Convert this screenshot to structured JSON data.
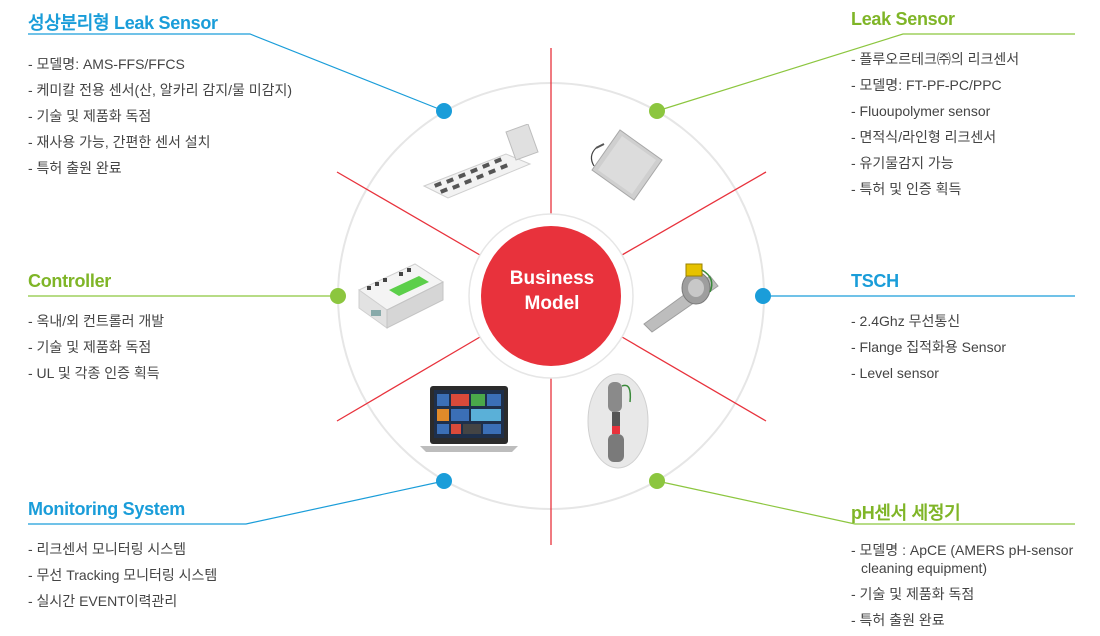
{
  "center": {
    "line1": "Business",
    "line2": "Model"
  },
  "colors": {
    "blue": "#1a9dd9",
    "green": "#8cc63f",
    "red": "#e8323c",
    "ring": "#e6e6e6"
  },
  "sections": {
    "top_left": {
      "title": "성상분리형 Leak Sensor",
      "items": [
        "- 모델명: AMS-FFS/FFCS",
        "- 케미칼 전용 센서(산, 알카리 감지/물 미감지)",
        "- 기술 및 제품화 독점",
        "- 재사용 가능, 간편한 센서 설치",
        "- 특허 출원 완료"
      ]
    },
    "top_right": {
      "title": "Leak Sensor",
      "items": [
        "- 플루오르테크㈜의 리크센서",
        "- 모델명: FT-PF-PC/PPC",
        "- Fluoupolymer sensor",
        "- 면적식/라인형 리크센서",
        "- 유기물감지 가능",
        "- 특허 및 인증 획득"
      ]
    },
    "mid_left": {
      "title": "Controller",
      "items": [
        "- 옥내/외 컨트롤러 개발",
        "- 기술 및 제품화 독점",
        "- UL 및 각종 인증 획득"
      ]
    },
    "mid_right": {
      "title": "TSCH",
      "items": [
        "- 2.4Ghz 무선통신",
        "- Flange 집적화용 Sensor",
        "- Level sensor"
      ]
    },
    "bottom_left": {
      "title": "Monitoring System",
      "items": [
        "- 리크센서 모니터링 시스템",
        "- 무선 Tracking 모니터링 시스템",
        "- 실시간 EVENT이력관리"
      ]
    },
    "bottom_right": {
      "title": "pH센서 세정기",
      "items": [
        "- 모델명 : ApCE (AMERS pH-sensor cleaning equipment)",
        "- 기술 및 제품화 독점",
        "- 특허 출원 완료"
      ]
    }
  },
  "products": [
    "sheet-leak-sensor-image",
    "pad-leak-sensor-image",
    "controller-image",
    "tsch-sensor-image",
    "monitoring-laptop-image",
    "ph-cleaner-image"
  ]
}
